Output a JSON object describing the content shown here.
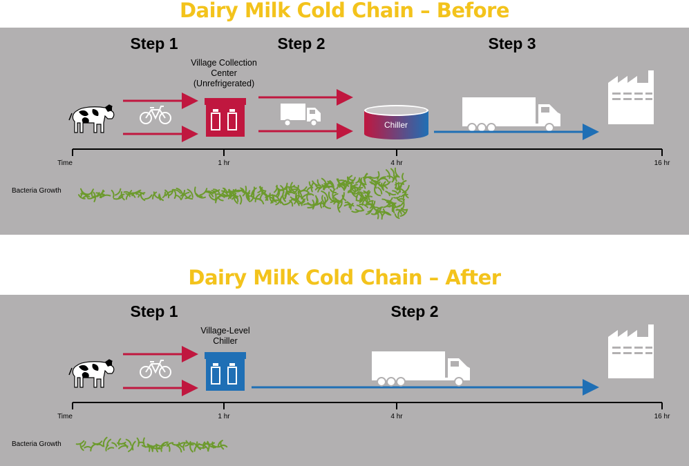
{
  "before": {
    "title": "Dairy Milk Cold Chain – Before",
    "steps": [
      "Step 1",
      "Step 2",
      "Step 3"
    ],
    "collection_label_line1": "Village Collection",
    "collection_label_line2": "Center",
    "collection_label_line3": "(Unrefrigerated)",
    "chiller_label": "Chiller",
    "ticks": [
      "Time",
      "1 hr",
      "4 hr",
      "16 hr"
    ],
    "bacteria_label": "Bacteria Growth"
  },
  "after": {
    "title": "Dairy Milk Cold Chain – After",
    "steps": [
      "Step 1",
      "Step 2"
    ],
    "chiller_label_line1": "Village-Level",
    "chiller_label_line2": "Chiller",
    "ticks": [
      "Time",
      "1 hr",
      "4 hr",
      "16 hr"
    ],
    "bacteria_label": "Bacteria Growth"
  },
  "colors": {
    "title": "#f3c31c",
    "panel": "#b2b0b1",
    "red_arrow": "#c0173f",
    "blue_arrow": "#1f6fb5",
    "bacteria": "#6c9a2c",
    "building_red": "#c0173f",
    "building_blue": "#1f6fb5"
  },
  "icons": {
    "cow": "cow-icon",
    "bicycle": "bicycle-icon",
    "truck": "truck-icon",
    "factory": "factory-icon",
    "milk_can": "milk-can-icon",
    "chiller_tank": "chiller-tank-icon"
  }
}
